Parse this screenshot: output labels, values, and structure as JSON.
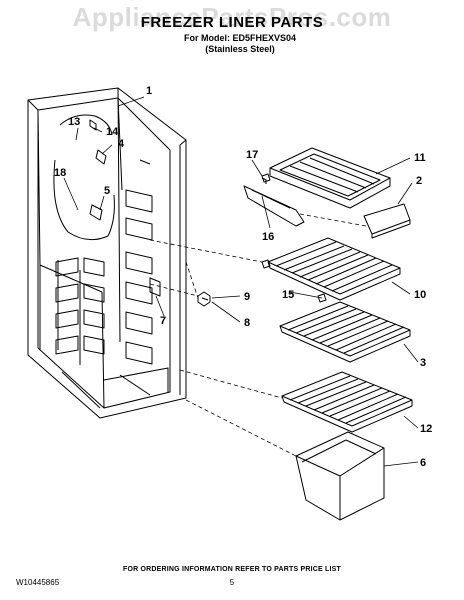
{
  "watermark": "AppliancePartsPros.com",
  "header": {
    "title": "FREEZER LINER PARTS",
    "model_line": "For Model: ED5FHEXVS04",
    "finish_line": "(Stainless Steel)"
  },
  "callouts": [
    "1",
    "13",
    "14",
    "4",
    "18",
    "5",
    "17",
    "11",
    "2",
    "16",
    "9",
    "8",
    "7",
    "15",
    "10",
    "3",
    "12",
    "6"
  ],
  "footer": {
    "doc_number": "W10445865",
    "ordering_note": "FOR ORDERING INFORMATION REFER TO PARTS PRICE LIST",
    "page_number": "5"
  }
}
